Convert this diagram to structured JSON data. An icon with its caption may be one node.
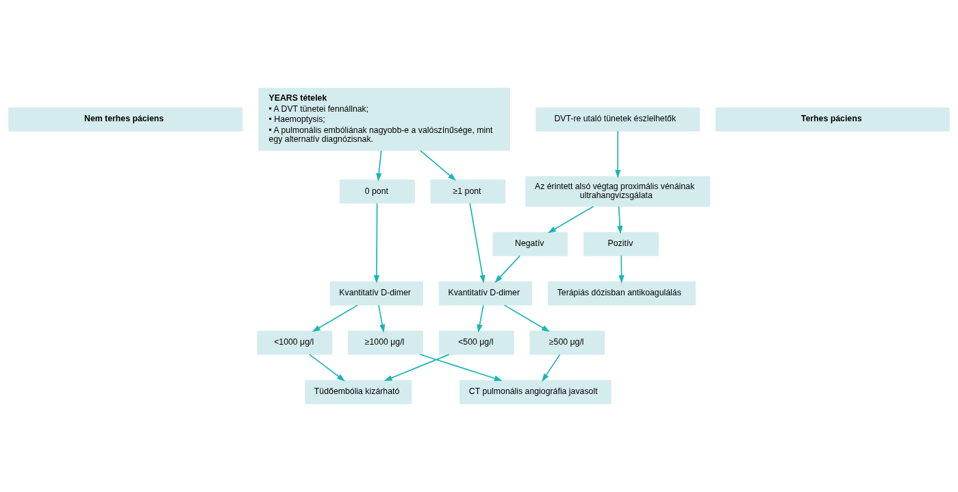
{
  "diagram": {
    "nodes": [
      {
        "text": [
          "Nem terhes páciens"
        ]
      },
      {
        "text": [
          "YEARS tételek",
          "• A DVT tünetei fennállnak;",
          "• Haemoptysis;",
          "• A pulmonális embóliának nagyobb-e a valószínűsége, mint egy alternatív diagnózisnak."
        ]
      },
      {
        "text": [
          "Terhes páciens"
        ]
      },
      {
        "text": [
          "DVT-re utaló tünetek észlelhetők"
        ]
      },
      {
        "text": [
          "Az érintett alsó végtag proximális vénáinak ultrahangvizsgálata"
        ]
      },
      {
        "text": [
          "0 pont"
        ]
      },
      {
        "text": [
          "≥1 pont"
        ]
      },
      {
        "text": [
          "Kvantitatív D-dimer"
        ]
      },
      {
        "text": [
          "Kvantitatív D-dimer"
        ]
      },
      {
        "text": [
          "Negatív"
        ]
      },
      {
        "text": [
          "Pozitív"
        ]
      },
      {
        "text": [
          "<1000 μg/l"
        ]
      },
      {
        "text": [
          "≥1000 μg/l"
        ]
      },
      {
        "text": [
          "<500 μg/l"
        ]
      },
      {
        "text": [
          "≥500 μg/l"
        ]
      },
      {
        "text": [
          "Tüdőembólia kizárható"
        ]
      },
      {
        "text": [
          "CT pulmonális angiográfia javasolt"
        ]
      },
      {
        "text": [
          "Terápiás dózisban antikoagulálás"
        ]
      }
    ],
    "edges": [
      {
        "from": 1,
        "to": 5,
        "arrow": "to"
      },
      {
        "from": 1,
        "to": 6,
        "arrow": "to"
      },
      {
        "from": 3,
        "to": 4,
        "arrow": "to"
      },
      {
        "from": 4,
        "to": 9,
        "arrow": "to"
      },
      {
        "from": 4,
        "to": 10,
        "arrow": "to"
      },
      {
        "from": 5,
        "to": 7,
        "arrow": "to"
      },
      {
        "from": 6,
        "to": 8,
        "arrow": "to"
      },
      {
        "from": 9,
        "to": 8,
        "arrow": "to"
      },
      {
        "from": 7,
        "to": 11,
        "arrow": "to"
      },
      {
        "from": 7,
        "to": 12,
        "arrow": "to"
      },
      {
        "from": 8,
        "to": 13,
        "arrow": "to"
      },
      {
        "from": 8,
        "to": 14,
        "arrow": "to"
      },
      {
        "from": 11,
        "to": 15,
        "arrow": "to"
      },
      {
        "from": 12,
        "to": 16,
        "arrow": "to"
      },
      {
        "from": 13,
        "to": 15,
        "arrow": "to"
      },
      {
        "from": 14,
        "to": 16,
        "arrow": "to"
      },
      {
        "from": 10,
        "to": 17,
        "arrow": "to"
      }
    ]
  }
}
